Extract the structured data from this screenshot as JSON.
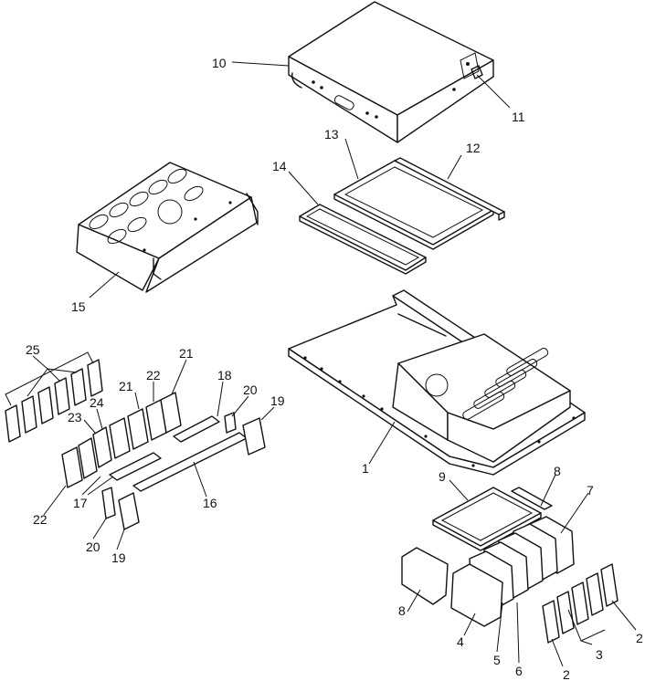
{
  "callouts": [
    {
      "id": "c10",
      "text": "10"
    },
    {
      "id": "c11",
      "text": "11"
    },
    {
      "id": "c13",
      "text": "13"
    },
    {
      "id": "c12",
      "text": "12"
    },
    {
      "id": "c14",
      "text": "14"
    },
    {
      "id": "c15",
      "text": "15"
    },
    {
      "id": "c25",
      "text": "25"
    },
    {
      "id": "c21a",
      "text": "21"
    },
    {
      "id": "c21b",
      "text": "21"
    },
    {
      "id": "c22a",
      "text": "22"
    },
    {
      "id": "c18",
      "text": "18"
    },
    {
      "id": "c20a",
      "text": "20"
    },
    {
      "id": "c19a",
      "text": "19"
    },
    {
      "id": "c24",
      "text": "24"
    },
    {
      "id": "c23",
      "text": "23"
    },
    {
      "id": "c17",
      "text": "17"
    },
    {
      "id": "c16",
      "text": "16"
    },
    {
      "id": "c22b",
      "text": "22"
    },
    {
      "id": "c20b",
      "text": "20"
    },
    {
      "id": "c19b",
      "text": "19"
    },
    {
      "id": "c1",
      "text": "1"
    },
    {
      "id": "c9",
      "text": "9"
    },
    {
      "id": "c8a",
      "text": "8"
    },
    {
      "id": "c7",
      "text": "7"
    },
    {
      "id": "c8b",
      "text": "8"
    },
    {
      "id": "c4",
      "text": "4"
    },
    {
      "id": "c5",
      "text": "5"
    },
    {
      "id": "c6",
      "text": "6"
    },
    {
      "id": "c3",
      "text": "3"
    },
    {
      "id": "c2a",
      "text": "2"
    },
    {
      "id": "c2b",
      "text": "2"
    }
  ]
}
